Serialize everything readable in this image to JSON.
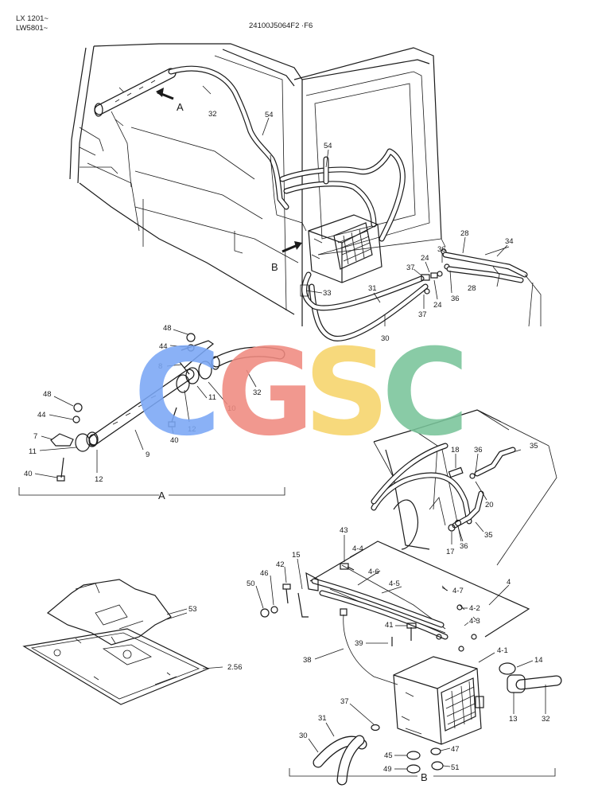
{
  "header": {
    "models": [
      "LX 1201~",
      "LW5801~"
    ],
    "drawing_number": "24100J5064F2 ·F6"
  },
  "watermark": {
    "letters": [
      "C",
      "G",
      "S",
      "C"
    ],
    "colors": [
      "#7aa7f5",
      "#f08a80",
      "#f7d46a",
      "#79c49a"
    ]
  },
  "section_labels": {
    "view_a_arrow": "A",
    "view_b_arrow": "B",
    "detail_a": "A",
    "detail_b": "B"
  },
  "part_labels": [
    "32",
    "54",
    "54",
    "28",
    "34",
    "36",
    "24",
    "37",
    "36",
    "28",
    "24",
    "37",
    "31",
    "33",
    "30",
    "48",
    "44",
    "8",
    "32",
    "10",
    "11",
    "12",
    "40",
    "48",
    "44",
    "7",
    "11",
    "9",
    "12",
    "40",
    "35",
    "18",
    "36",
    "20",
    "17",
    "36",
    "35",
    "43",
    "4-4",
    "4-6",
    "4-5",
    "4",
    "4-7",
    "4-2",
    "4-3",
    "42",
    "46",
    "50",
    "15",
    "41",
    "39",
    "4-1",
    "14",
    "38",
    "13",
    "32",
    "37",
    "31",
    "30",
    "45",
    "47",
    "49",
    "51",
    "53",
    "2.56"
  ]
}
